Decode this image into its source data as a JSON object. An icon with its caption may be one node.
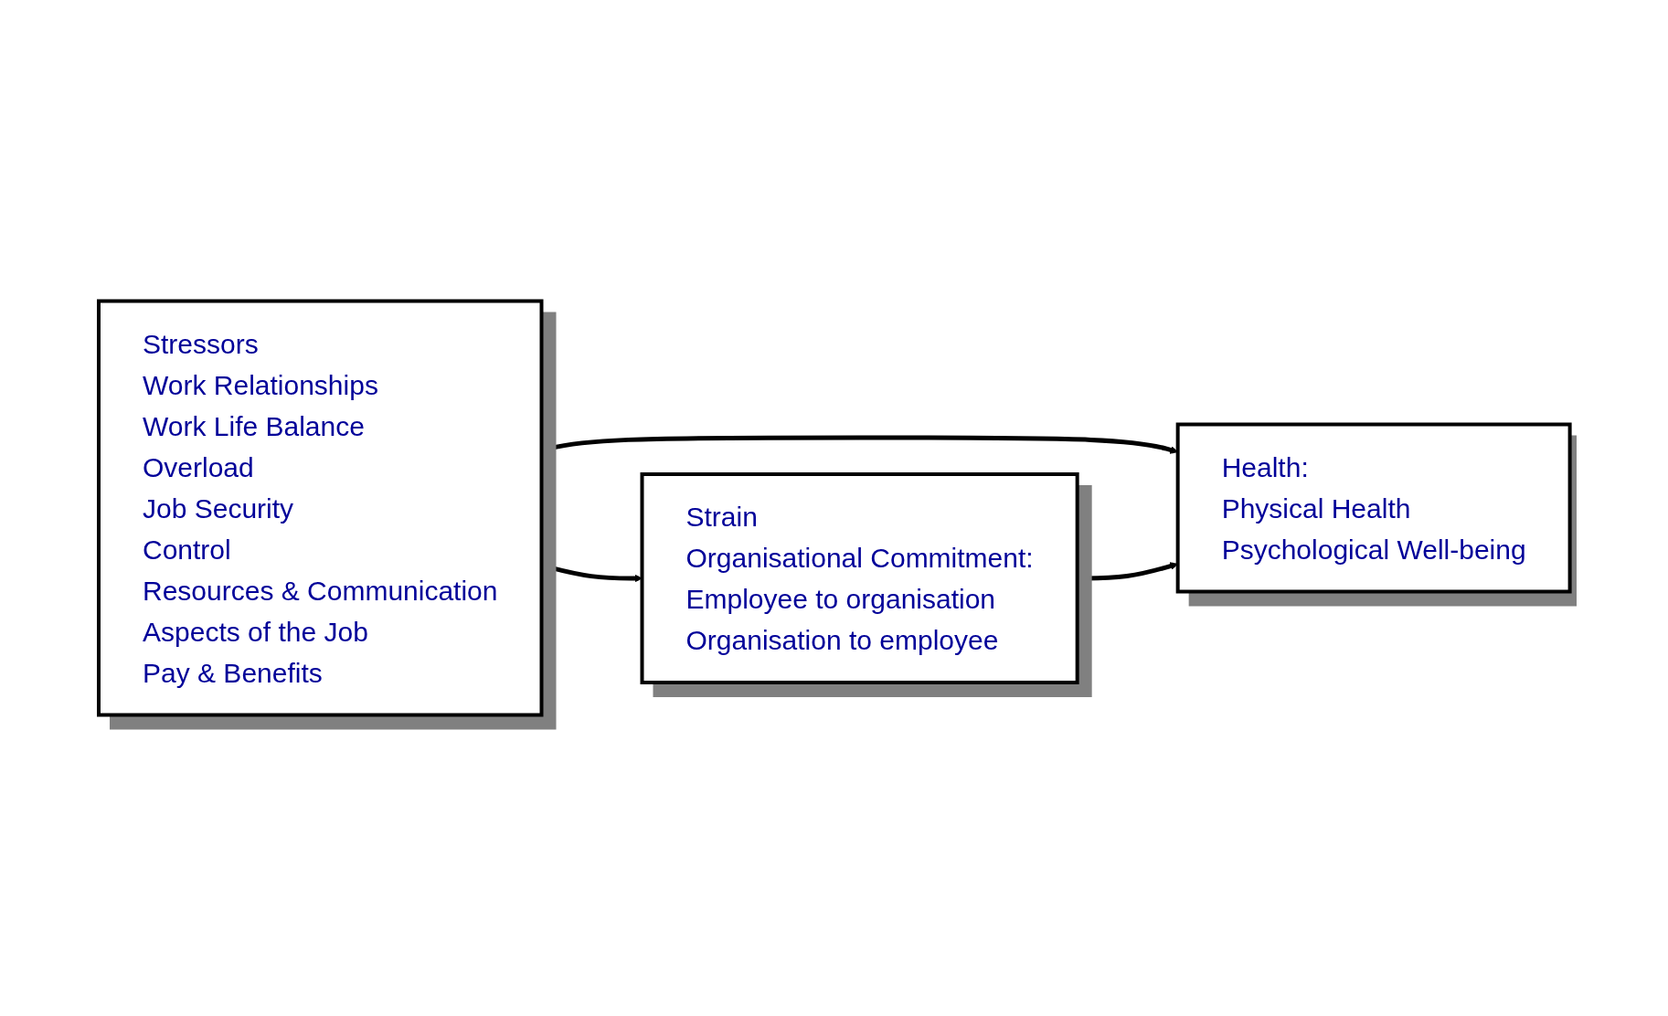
{
  "diagram": {
    "nodes": [
      {
        "text": [
          "Stressors",
          "Work Relationships",
          "Work Life Balance",
          "Overload",
          "Job Security",
          "Control",
          "Resources & Communication",
          "Aspects of the Job",
          "Pay & Benefits"
        ]
      },
      {
        "text": [
          "Strain",
          "Organisational Commitment:",
          "Employee to organisation",
          "Organisation to employee"
        ]
      },
      {
        "text": [
          "Health:",
          "Physical Health",
          "Psychological Well-being"
        ]
      }
    ],
    "edges": [
      {
        "from": 0,
        "to": 1,
        "arrow": "to"
      },
      {
        "from": 0,
        "to": 2,
        "arrow": "to"
      },
      {
        "from": 1,
        "to": 2,
        "arrow": "to"
      }
    ]
  }
}
